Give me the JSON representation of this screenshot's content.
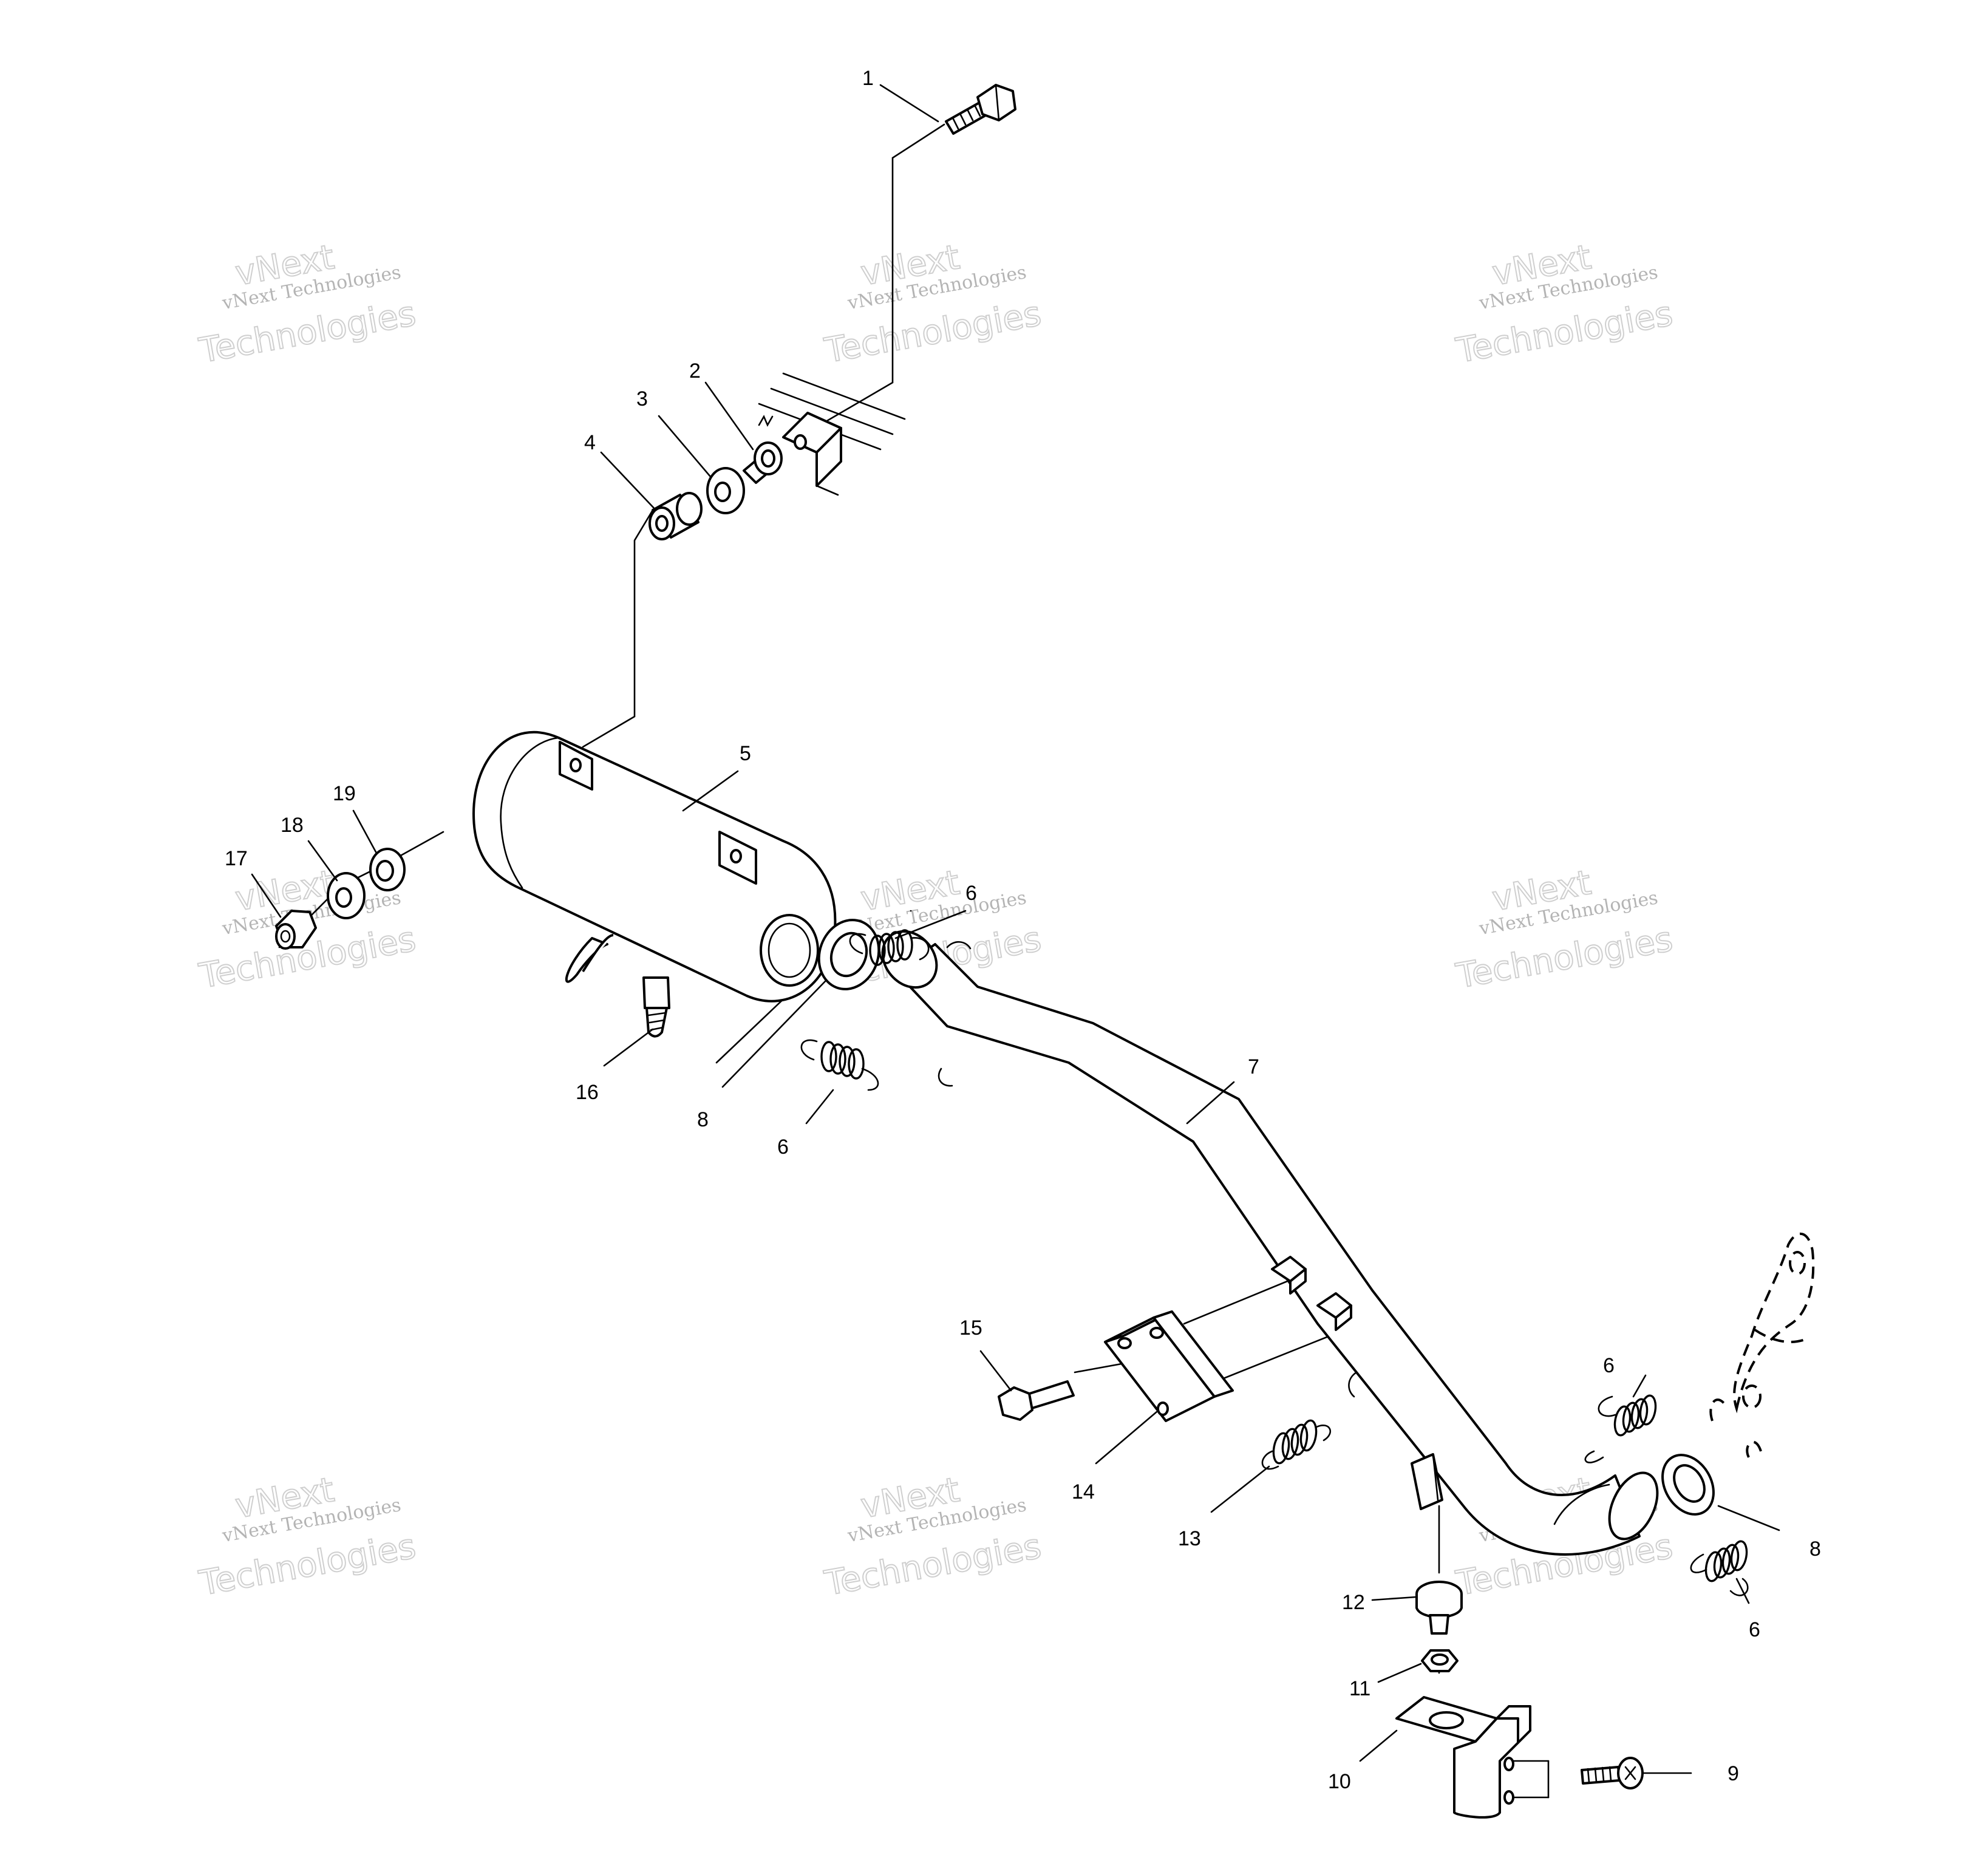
{
  "callouts": [
    {
      "id": "c1",
      "label": "1"
    },
    {
      "id": "c2",
      "label": "2"
    },
    {
      "id": "c3",
      "label": "3"
    },
    {
      "id": "c4",
      "label": "4"
    },
    {
      "id": "c5",
      "label": "5"
    },
    {
      "id": "c6a",
      "label": "6"
    },
    {
      "id": "c6b",
      "label": "6"
    },
    {
      "id": "c6c",
      "label": "6"
    },
    {
      "id": "c6d",
      "label": "6"
    },
    {
      "id": "c7",
      "label": "7"
    },
    {
      "id": "c8a",
      "label": "8"
    },
    {
      "id": "c8b",
      "label": "8"
    },
    {
      "id": "c9",
      "label": "9"
    },
    {
      "id": "c10",
      "label": "10"
    },
    {
      "id": "c11",
      "label": "11"
    },
    {
      "id": "c12",
      "label": "12"
    },
    {
      "id": "c13",
      "label": "13"
    },
    {
      "id": "c14",
      "label": "14"
    },
    {
      "id": "c15",
      "label": "15"
    },
    {
      "id": "c16",
      "label": "16"
    },
    {
      "id": "c17",
      "label": "17"
    },
    {
      "id": "c18",
      "label": "18"
    },
    {
      "id": "c19",
      "label": "19"
    }
  ],
  "watermark": {
    "line1": "vNext Technologies",
    "line2": "vNext",
    "line3": "Technologies"
  }
}
